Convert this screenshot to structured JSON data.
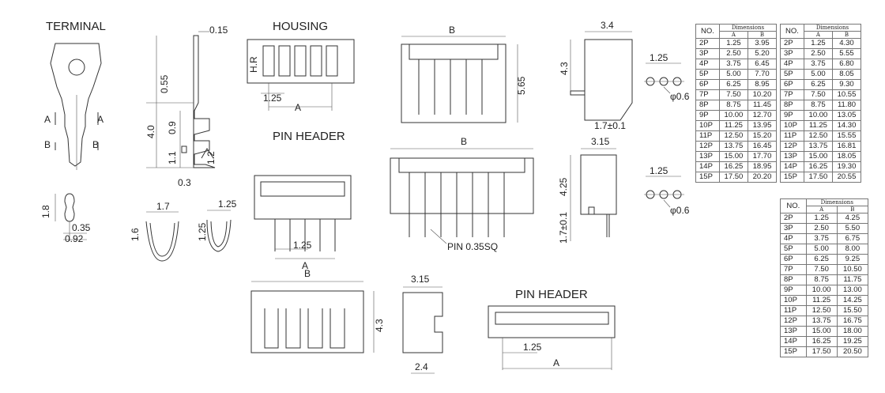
{
  "titles": {
    "terminal": "TERMINAL",
    "housing": "HOUSING",
    "pin_header_1": "PIN HEADER",
    "pin_header_2": "PIN HEADER"
  },
  "terminal_dims": {
    "a_left": "A",
    "a_right": "A",
    "b_left": "B",
    "b_right": "B",
    "width_1_8": "1.8",
    "d_0_35": "0.35",
    "d_0_92": "0.92",
    "w_1_7": "1.7",
    "h_1_6": "1.6",
    "w_1_25": "1.25",
    "h_1_25": "1.25"
  },
  "side_dims": {
    "t_0_15": "0.15",
    "h_0_55": "0.55",
    "h_4_0": "4.0",
    "h_0_9": "0.9",
    "h_1_1": "1.1",
    "h_1_2": "1.2",
    "w_0_3": "0.3"
  },
  "housing_dims": {
    "hr": "H.R",
    "pitch": "1.25",
    "a": "A"
  },
  "header_top_dims": {
    "b": "B",
    "h_5_65": "5.65",
    "w_3_4": "3.4",
    "h_4_3": "4.3",
    "h_1_7": "1.7±0.1",
    "pitch": "1.25",
    "hole": "φ0.6"
  },
  "pin_header_dims": {
    "b": "B",
    "w_3_15": "3.15",
    "h_4_25": "4.25",
    "h_1_7": "1.7±0.1",
    "pin": "PIN 0.35SQ",
    "pitch": "1.25",
    "a": "A",
    "pitch2": "1.25",
    "hole": "φ0.6"
  },
  "bottom_dims": {
    "b": "B",
    "w_3_15": "3.15",
    "h_4_3": "4.3",
    "w_2_4": "2.4",
    "pitch": "1.25",
    "a": "A"
  },
  "tables": [
    {
      "header_no": "NO.",
      "header_dim": "Dimensions",
      "col_a": "A",
      "col_b": "B",
      "rows": [
        [
          "2P",
          "1.25",
          "3.95"
        ],
        [
          "3P",
          "2.50",
          "5.20"
        ],
        [
          "4P",
          "3.75",
          "6.45"
        ],
        [
          "5P",
          "5.00",
          "7.70"
        ],
        [
          "6P",
          "6.25",
          "8.95"
        ],
        [
          "7P",
          "7.50",
          "10.20"
        ],
        [
          "8P",
          "8.75",
          "11.45"
        ],
        [
          "9P",
          "10.00",
          "12.70"
        ],
        [
          "10P",
          "11.25",
          "13.95"
        ],
        [
          "11P",
          "12.50",
          "15.20"
        ],
        [
          "12P",
          "13.75",
          "16.45"
        ],
        [
          "13P",
          "15.00",
          "17.70"
        ],
        [
          "14P",
          "16.25",
          "18.95"
        ],
        [
          "15P",
          "17.50",
          "20.20"
        ]
      ]
    },
    {
      "header_no": "NO.",
      "header_dim": "Dimensions",
      "col_a": "A",
      "col_b": "B",
      "rows": [
        [
          "2P",
          "1.25",
          "4.30"
        ],
        [
          "3P",
          "2.50",
          "5.55"
        ],
        [
          "4P",
          "3.75",
          "6.80"
        ],
        [
          "5P",
          "5.00",
          "8.05"
        ],
        [
          "6P",
          "6.25",
          "9.30"
        ],
        [
          "7P",
          "7.50",
          "10.55"
        ],
        [
          "8P",
          "8.75",
          "11.80"
        ],
        [
          "9P",
          "10.00",
          "13.05"
        ],
        [
          "10P",
          "11.25",
          "14.30"
        ],
        [
          "11P",
          "12.50",
          "15.55"
        ],
        [
          "12P",
          "13.75",
          "16.81"
        ],
        [
          "13P",
          "15.00",
          "18.05"
        ],
        [
          "14P",
          "16.25",
          "19.30"
        ],
        [
          "15P",
          "17.50",
          "20.55"
        ]
      ]
    },
    {
      "header_no": "NO.",
      "header_dim": "Dimensions",
      "col_a": "A",
      "col_b": "B",
      "rows": [
        [
          "2P",
          "1.25",
          "4.25"
        ],
        [
          "3P",
          "2.50",
          "5.50"
        ],
        [
          "4P",
          "3.75",
          "6.75"
        ],
        [
          "5P",
          "5.00",
          "8.00"
        ],
        [
          "6P",
          "6.25",
          "9.25"
        ],
        [
          "7P",
          "7.50",
          "10.50"
        ],
        [
          "8P",
          "8.75",
          "11.75"
        ],
        [
          "9P",
          "10.00",
          "13.00"
        ],
        [
          "10P",
          "11.25",
          "14.25"
        ],
        [
          "11P",
          "12.50",
          "15.50"
        ],
        [
          "12P",
          "13.75",
          "16.75"
        ],
        [
          "13P",
          "15.00",
          "18.00"
        ],
        [
          "14P",
          "16.25",
          "19.25"
        ],
        [
          "15P",
          "17.50",
          "20.50"
        ]
      ]
    }
  ]
}
